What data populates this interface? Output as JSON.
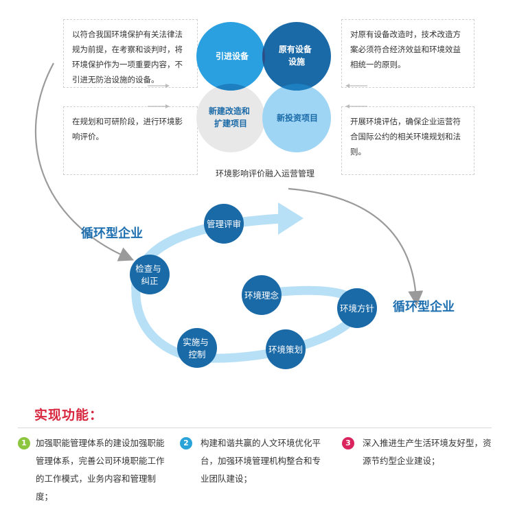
{
  "notes": {
    "top_left": "以符合我国环境保护有关法律法规为前提，在考察和谈判时，将环境保护作为一项重要内容，不引进无防治设施的设备。",
    "mid_left": "在规划和可研阶段，进行环境影响评价。",
    "top_right": "对原有设备改造时，技术改造方案必须符合经济效益和环境效益相统一的原则。",
    "mid_right": "开展环境评估，确保企业运营符合国际公约的相关环境规划和法则。"
  },
  "venn": {
    "top_left": [
      "引进设备"
    ],
    "top_right": [
      "原有设备",
      "设施"
    ],
    "bottom_left": [
      "新建改造和",
      "扩建项目"
    ],
    "bottom_right": [
      "新投资项目"
    ],
    "caption": "环境影响评价融入运营管理"
  },
  "cycle": {
    "label_left": "循环型企业",
    "label_right": "循环型企业",
    "nodes": {
      "review": "管理评审",
      "check": [
        "检查与",
        "纠正"
      ],
      "implement": [
        "实施与",
        "控制"
      ],
      "planning": "环境策划",
      "policy": "环境方针",
      "concept": "环境理念"
    }
  },
  "features": {
    "title": "实现功能：",
    "items": [
      {
        "num": "1",
        "color": "#8cc63f",
        "text": "加强职能管理体系的建设加强职能管理体系，完善公司环境职能工作的工作模式，业务内容和管理制度；"
      },
      {
        "num": "2",
        "color": "#29a3d8",
        "text": "构建和谐共赢的人文环境优化平台，加强环境管理机构整合和专业团队建设；"
      },
      {
        "num": "3",
        "color": "#d9245d",
        "text": "深入推进生产生活环境友好型，资源节约型企业建设；"
      }
    ]
  },
  "colors": {
    "dark_blue": "#1b6aa8",
    "mid_blue": "#2aa0e0",
    "light_blue": "#9ed5f5",
    "grey": "#e8e8e8",
    "ring": "#b7e0f7",
    "title_red": "#d7263d",
    "cycle_label": "#1d6fb0"
  }
}
